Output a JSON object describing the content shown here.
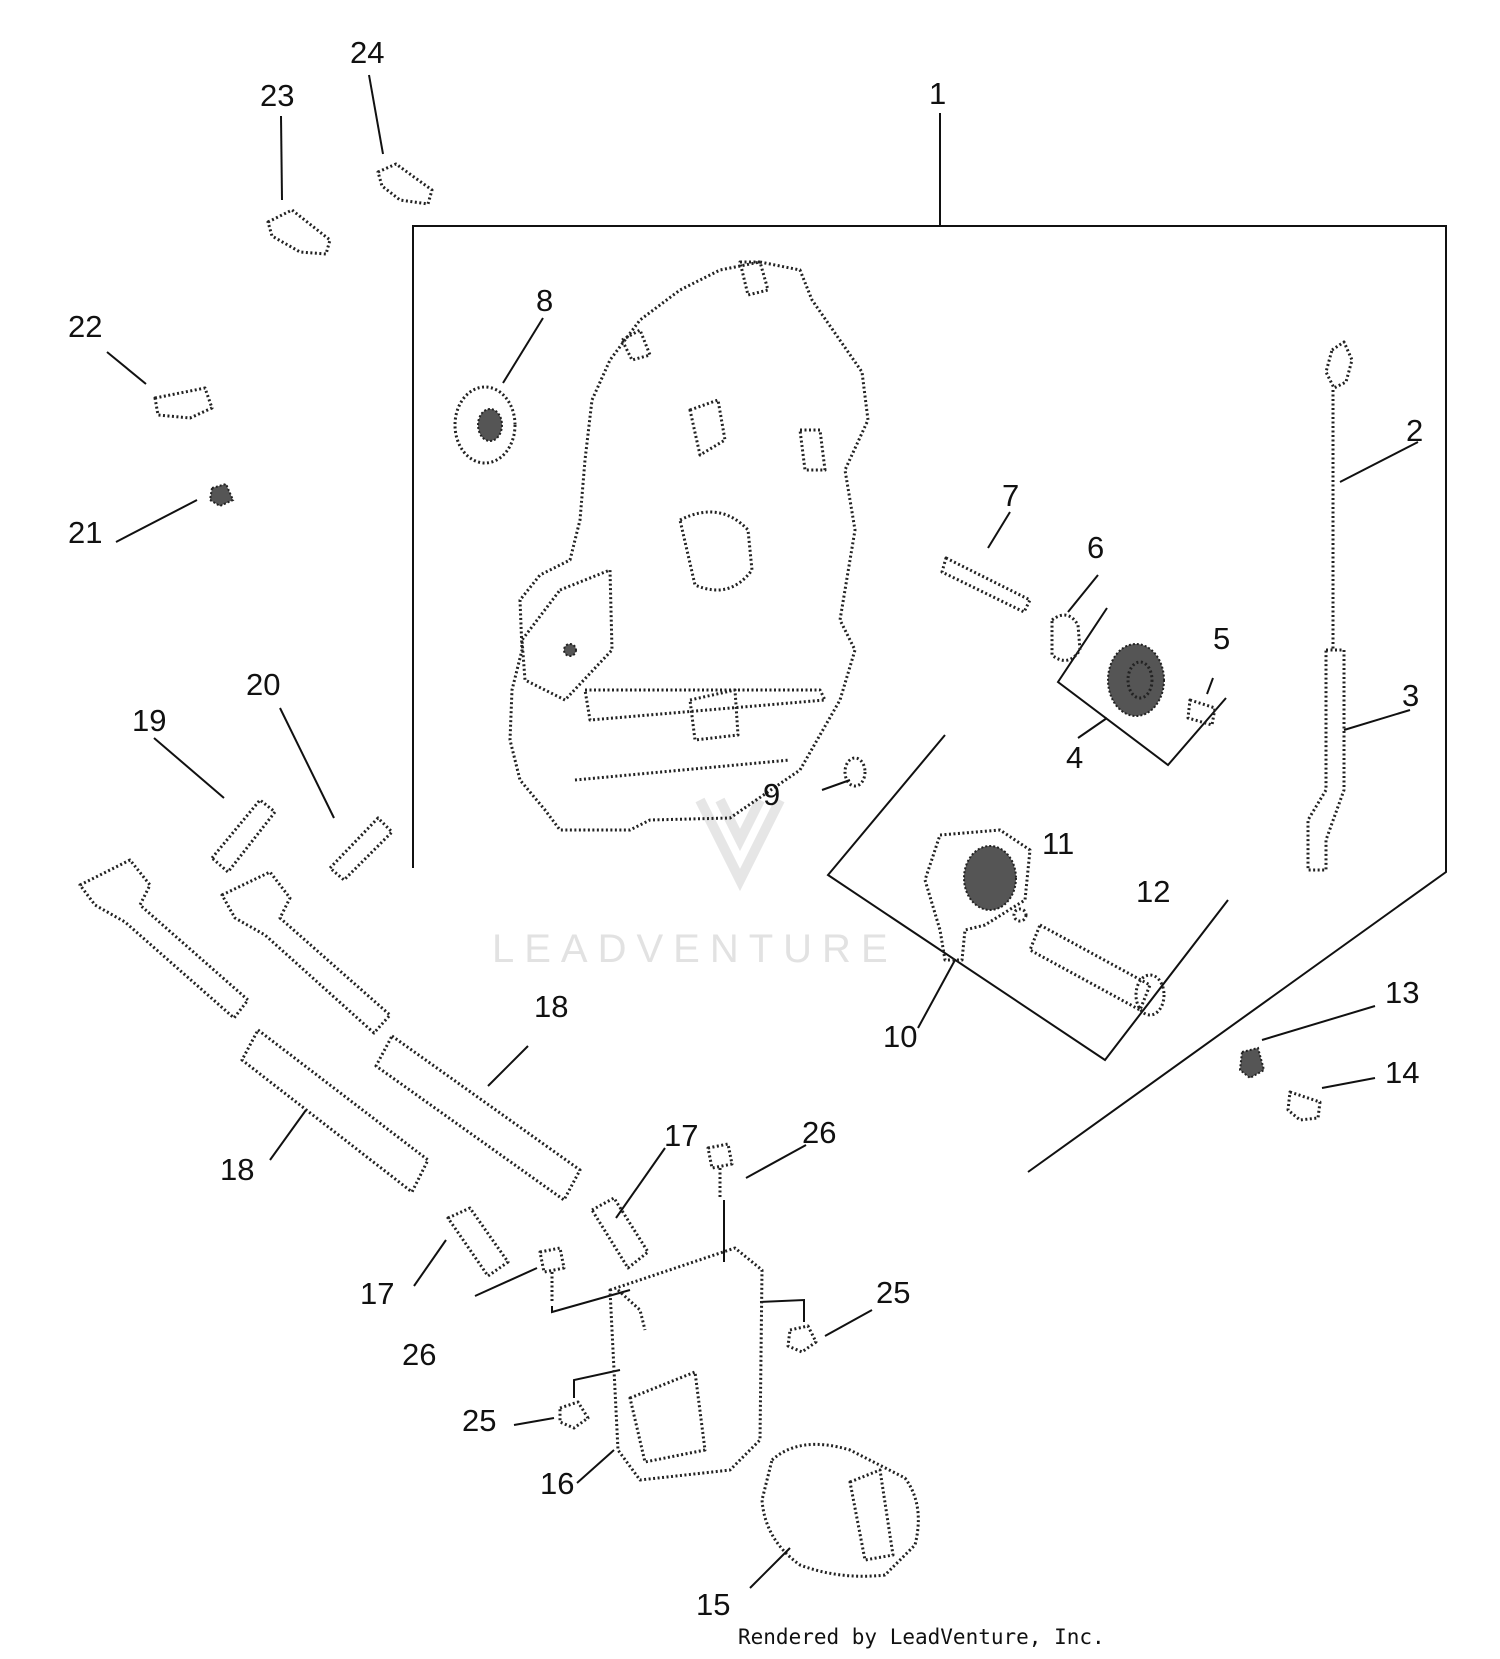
{
  "callouts": {
    "c1": "1",
    "c2": "2",
    "c3": "3",
    "c4": "4",
    "c5": "5",
    "c6": "6",
    "c7": "7",
    "c8": "8",
    "c9": "9",
    "c10": "10",
    "c11": "11",
    "c12": "12",
    "c13": "13",
    "c14": "14",
    "c15": "15",
    "c16": "16",
    "c17a": "17",
    "c17b": "17",
    "c18a": "18",
    "c18b": "18",
    "c19": "19",
    "c20": "20",
    "c21": "21",
    "c22": "22",
    "c23": "23",
    "c24": "24",
    "c25a": "25",
    "c25b": "25",
    "c26a": "26",
    "c26b": "26"
  },
  "watermark": {
    "text": "LEADVENTURE"
  },
  "footer": {
    "credit": "Rendered by LeadVenture, Inc."
  },
  "colors": {
    "ink": "#111111",
    "watermark": "#e2e2e2",
    "background": "#ffffff"
  }
}
